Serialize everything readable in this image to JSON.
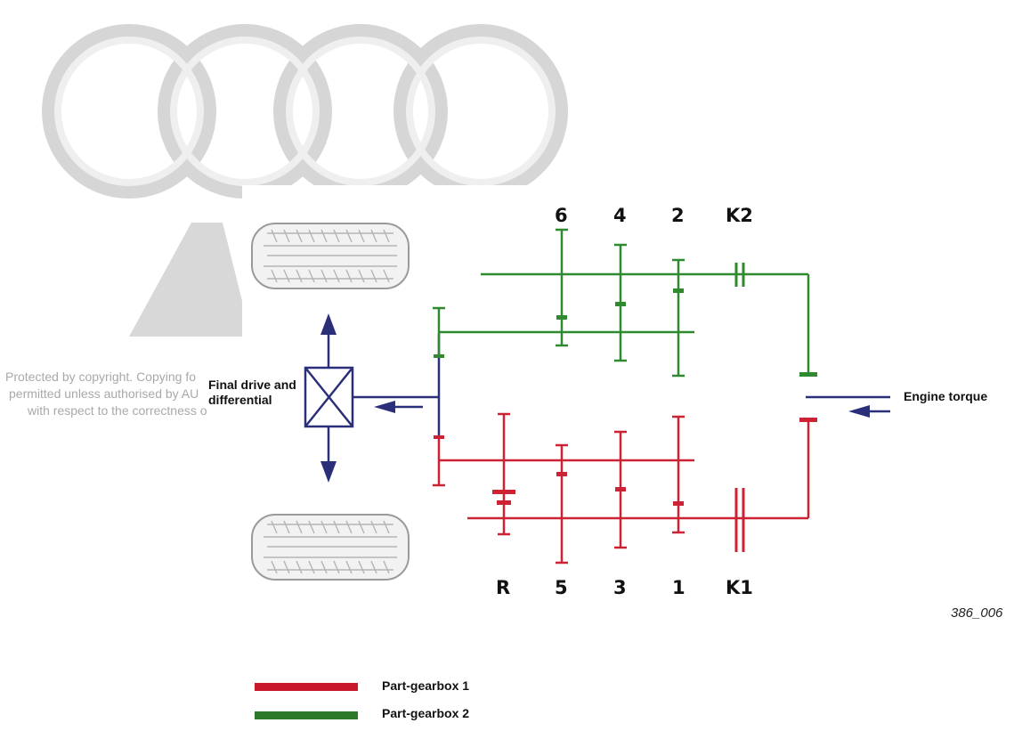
{
  "watermark": {
    "text_line1": "Protected by copyright. Copying fo",
    "text_line2": "permitted unless authorised by AU",
    "text_line3": "with respect to the correctness o"
  },
  "diagram": {
    "labels": {
      "final_drive": "Final drive and",
      "final_drive_2": "differential",
      "engine_torque": "Engine torque"
    },
    "gears_top": [
      "6",
      "4",
      "2",
      "K2"
    ],
    "gears_bottom": [
      "R",
      "5",
      "3",
      "1",
      "K1"
    ],
    "figure_id": "386_006"
  },
  "legend": [
    {
      "label": "Part-gearbox 1",
      "color": "#c8192c"
    },
    {
      "label": "Part-gearbox 2",
      "color": "#2a7a2a"
    }
  ],
  "colors": {
    "red": "#cc2233",
    "green": "#2f8a2f",
    "navy": "#2b2f7a",
    "watermark": "#cfcfcf"
  }
}
